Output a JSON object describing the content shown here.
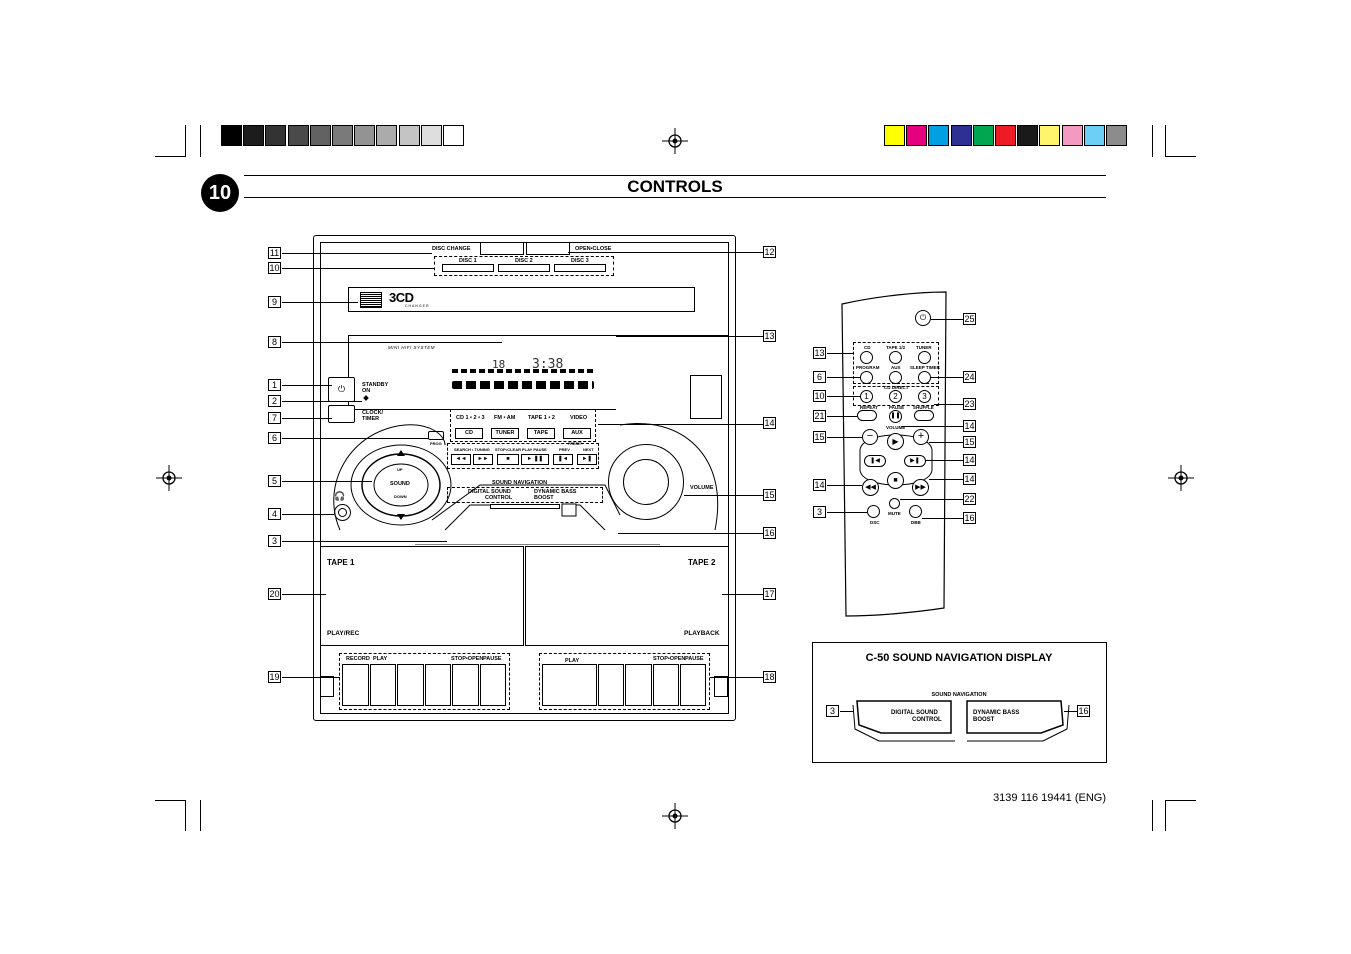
{
  "page": {
    "number": "10",
    "title": "CONTROLS",
    "footer_code": "3139 116 19441 (ENG)"
  },
  "calibration": {
    "gray_steps": [
      "#000000",
      "#1c1c1c",
      "#333333",
      "#4a4a4a",
      "#626262",
      "#7a7a7a",
      "#939393",
      "#ababab",
      "#c4c4c4",
      "#dedede",
      "#ffffff"
    ],
    "colors": [
      "#ffff00",
      "#e6007e",
      "#00a0e3",
      "#2e3192",
      "#00a650",
      "#ed1c24",
      "#1a1a1a",
      "#fff56d",
      "#f49ac1",
      "#6dcff6",
      "#8c8c8c"
    ]
  },
  "main_unit": {
    "disc_change": "DISC CHANGE",
    "open_close": "OPEN•CLOSE",
    "discs": [
      "DISC 1",
      "DISC 2",
      "DISC 3"
    ],
    "logo": "3CD",
    "logo_sub": "CHANGER",
    "model": "MINI HIFI SYSTEM",
    "standby": "STANDBY",
    "standby_on": "ON",
    "clock": "CLOCK/",
    "timer": "TIMER",
    "prog": "PROG",
    "source_heads": [
      "CD 1 • 2 • 3",
      "FM • AM",
      "TAPE 1 • 2",
      "VIDEO"
    ],
    "source_buttons": [
      "CD",
      "TUNER",
      "TAPE",
      "AUX"
    ],
    "transport_heads": [
      "SEARCH • TUNING",
      "STOP•CLEAR",
      "PLAY PAUSE",
      "PREV",
      "NEXT"
    ],
    "preset": "PRESET",
    "transport_icons": [
      "◄◄",
      "►►",
      "■",
      "► ❚❚",
      "❚◄",
      "►❚"
    ],
    "sound_up": "UP",
    "sound": "SOUND",
    "sound_down": "DOWN",
    "sound_navigation": "SOUND NAVIGATION",
    "dsc_1": "DIGITAL SOUND",
    "dsc_2": "CONTROL",
    "dbb_1": "DYNAMIC BASS",
    "dbb_2": "BOOST",
    "volume": "VOLUME",
    "tape1": "TAPE 1",
    "tape2": "TAPE 2",
    "play_rec": "PLAY/REC",
    "playback": "PLAYBACK",
    "deck1_keys": [
      "RECORD",
      "PLAY",
      "STOP•OPEN",
      "PAUSE"
    ],
    "deck2_keys": [
      "PLAY",
      "STOP•OPEN",
      "PAUSE"
    ]
  },
  "callouts_left": [
    "11",
    "10",
    "9",
    "8",
    "1",
    "2",
    "7",
    "6",
    "5",
    "4",
    "3",
    "20",
    "19"
  ],
  "callouts_right": [
    "12",
    "13",
    "14",
    "15",
    "16",
    "17",
    "18"
  ],
  "remote": {
    "row1": [
      "CD",
      "TAPE 1/2",
      "TUNER"
    ],
    "row2": [
      "PROGRAM",
      "AUX",
      "SLEEP TIMER"
    ],
    "cd_direct": "CD DIRECT",
    "digits": [
      "1",
      "2",
      "3"
    ],
    "row4": [
      "REPEAT",
      "PAUSE",
      "SHUFFLE"
    ],
    "volume": "VOLUME",
    "minus": "−",
    "plus": "+",
    "bottom": [
      "DSC",
      "MUTE",
      "DBB"
    ],
    "callouts_left": [
      "13",
      "6",
      "10",
      "21",
      "15",
      "14",
      "3"
    ],
    "callouts_right": [
      "25",
      "24",
      "23",
      "14",
      "15",
      "14",
      "14",
      "22",
      "16"
    ]
  },
  "nav_display": {
    "title": "C-50 SOUND NAVIGATION DISPLAY",
    "header": "SOUND NAVIGATION",
    "left_1": "DIGITAL SOUND",
    "left_2": "CONTROL",
    "right_1": "DYNAMIC BASS",
    "right_2": "BOOST",
    "callout_left": "3",
    "callout_right": "16"
  }
}
